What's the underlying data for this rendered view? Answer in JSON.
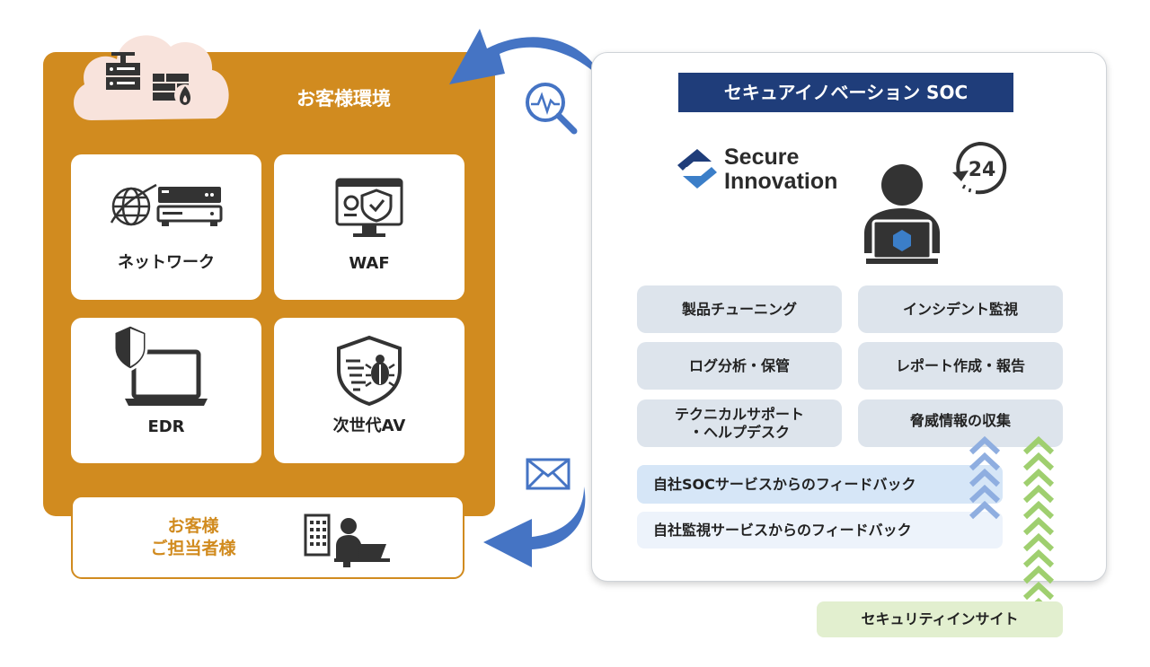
{
  "customer": {
    "title": "お客様環境",
    "tiles": [
      {
        "label": "ネットワーク"
      },
      {
        "label": "WAF"
      },
      {
        "label": "EDR"
      },
      {
        "label": "次世代AV"
      }
    ],
    "contact": {
      "line1": "お客様",
      "line2": "ご担当者様"
    }
  },
  "soc": {
    "title": "セキュアイノベーション SOC",
    "logo": {
      "line1": "Secure",
      "line2": "Innovation"
    },
    "badge_24": "24",
    "services": [
      {
        "line1": "製品チューニング",
        "line2": ""
      },
      {
        "line1": "インシデント監視",
        "line2": ""
      },
      {
        "line1": "ログ分析・保管",
        "line2": ""
      },
      {
        "line1": "レポート作成・報告",
        "line2": ""
      },
      {
        "line1": "テクニカルサポート",
        "line2": "・ヘルプデスク"
      },
      {
        "line1": "脅威情報の収集",
        "line2": ""
      }
    ],
    "feedback": [
      "自社SOCサービスからのフィードバック",
      "自社監視サービスからのフィードバック"
    ],
    "insight": "セキュリティインサイト"
  },
  "colors": {
    "customer_orange": "#d18b1f",
    "soc_navy": "#1f3d7a",
    "arrow_blue": "#4574c4",
    "service_gray": "#dde4ec",
    "insight_green": "#9fcf6f",
    "cloud_pink": "#f8e3dc"
  }
}
